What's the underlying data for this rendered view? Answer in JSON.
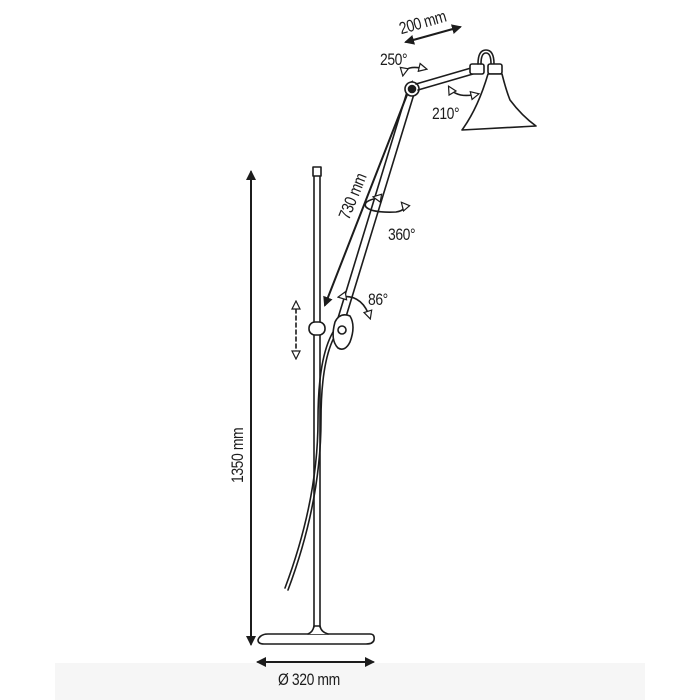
{
  "diagram": {
    "subject": "Floor lamp with adjustable arms and conical shade",
    "colors": {
      "line": "#1c1c1c",
      "background": "#ffffff"
    },
    "dimensions": {
      "total_height": "1350 mm",
      "base_diameter": "Ø 320 mm",
      "arm_length": "730 mm",
      "upper_arm_length": "200 mm"
    },
    "angles": {
      "top_joint": "250°",
      "shade_joint": "210°",
      "arm_rotation": "360°",
      "lower_joint": "86°"
    },
    "features": {
      "height_adjust": "sliding collar with up/down dashed arrow",
      "cable": "power cord running down the stem"
    }
  }
}
